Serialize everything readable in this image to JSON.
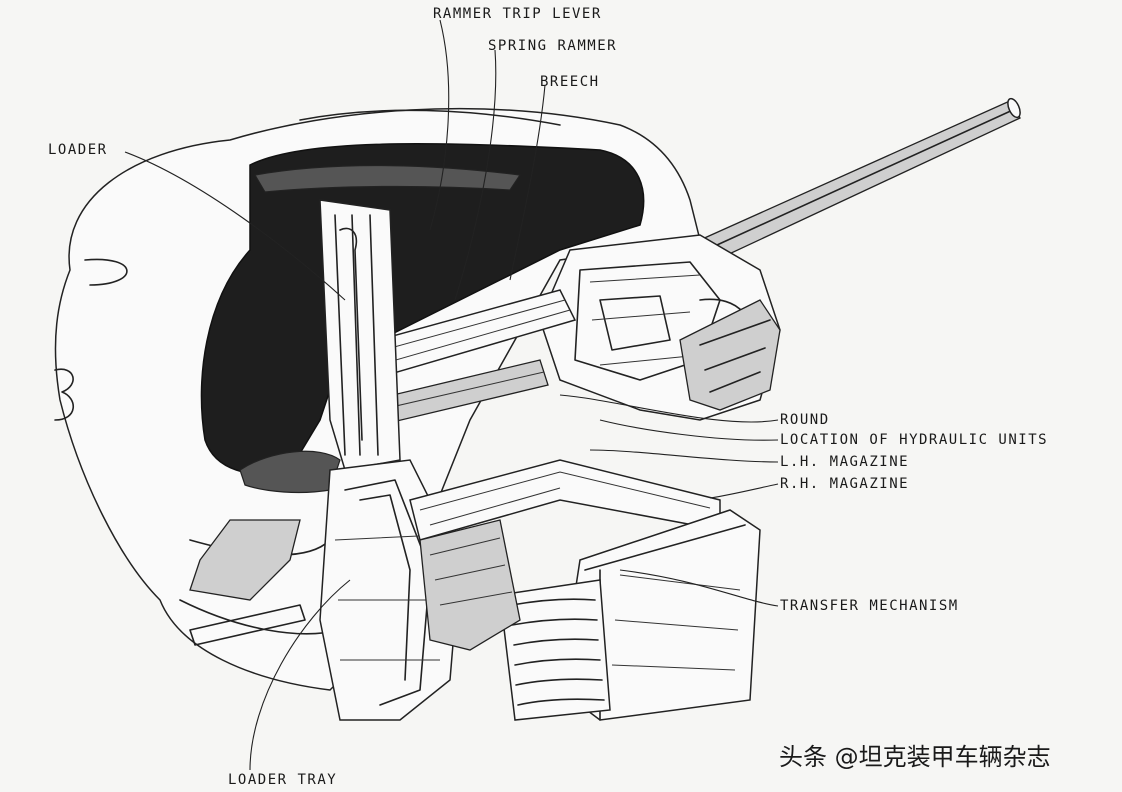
{
  "labels": {
    "rammer_trip_lever": "RAMMER TRIP LEVER",
    "spring_rammer": "SPRING RAMMER",
    "breech": "BREECH",
    "loader": "LOADER",
    "round": "ROUND",
    "hydraulic_units": "LOCATION OF HYDRAULIC UNITS",
    "lh_magazine": "L.H. MAGAZINE",
    "rh_magazine": "R.H. MAGAZINE",
    "transfer_mechanism": "TRANSFER MECHANISM",
    "loader_tray": "LOADER TRAY"
  },
  "watermark": "头条 @坦克装甲车辆杂志"
}
